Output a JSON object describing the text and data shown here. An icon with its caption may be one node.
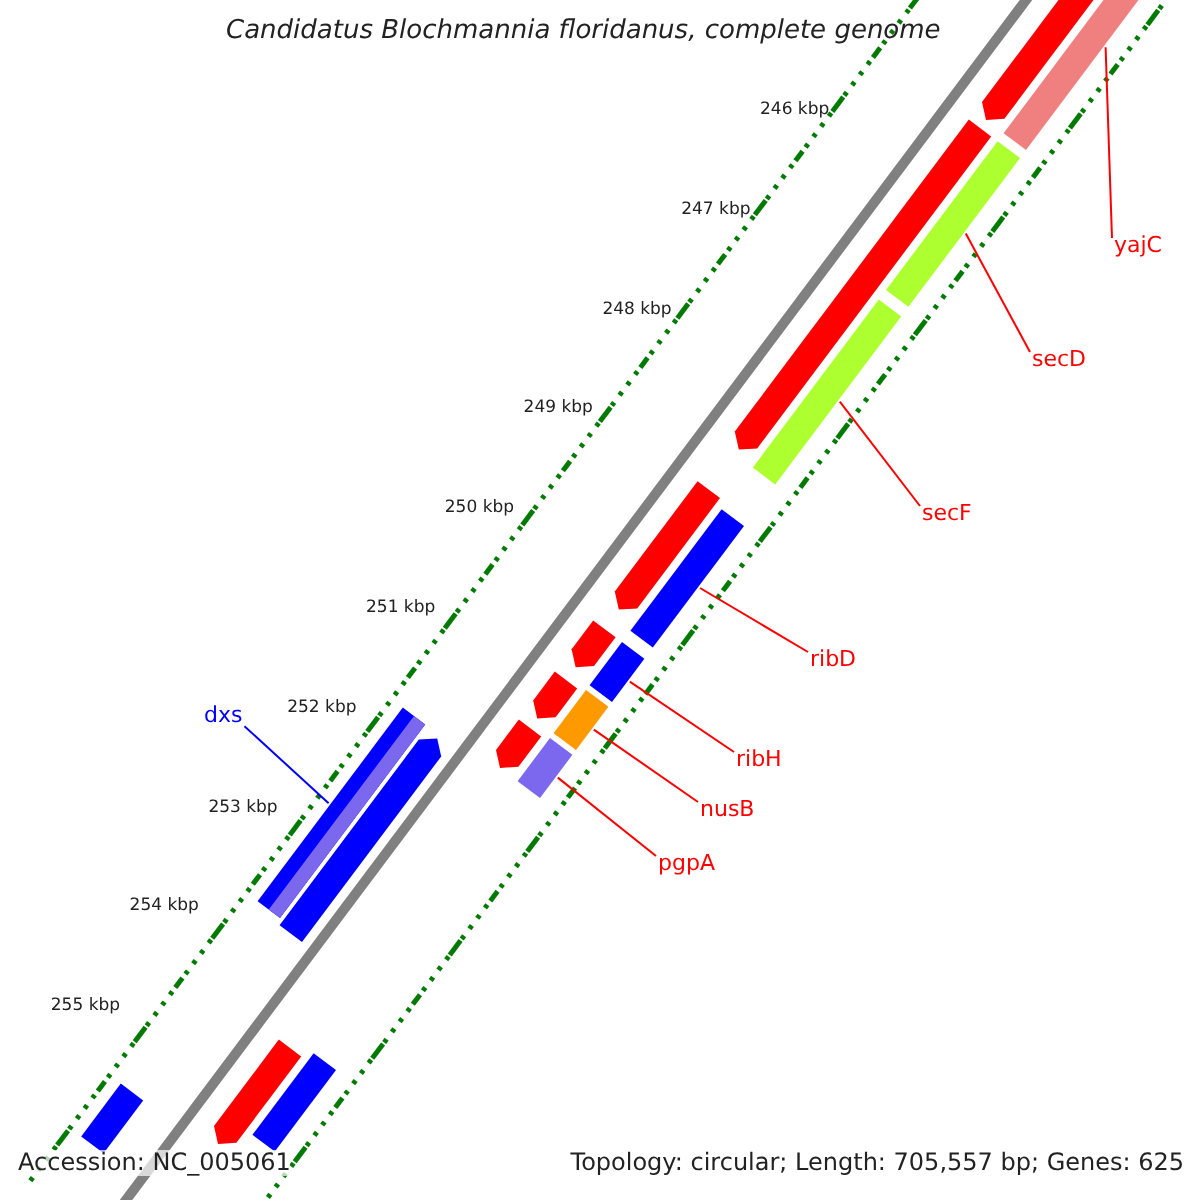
{
  "diagram": {
    "title": "Candidatus Blochmannia floridanus, complete genome",
    "nodes": [
      {
        "text": [
          "yajC"
        ]
      },
      {
        "text": [
          "secD"
        ]
      },
      {
        "text": [
          "secF"
        ]
      },
      {
        "text": [
          "ribD"
        ]
      },
      {
        "text": [
          "dxs"
        ]
      },
      {
        "text": [
          "ribH"
        ]
      },
      {
        "text": [
          "nusB"
        ]
      },
      {
        "text": [
          "pgpA"
        ]
      },
      {
        "text": [],
        "shape": "bar"
      },
      {
        "text": [],
        "shape": "bar"
      },
      {
        "text": [],
        "shape": "bar"
      },
      {
        "text": [],
        "shape": "bar"
      },
      {
        "text": [],
        "shape": "bar"
      },
      {
        "text": [],
        "shape": "bar"
      },
      {
        "text": [],
        "shape": "bar"
      },
      {
        "text": [],
        "shape": "bar"
      },
      {
        "text": [],
        "shape": "bar"
      },
      {
        "text": [],
        "shape": "bar"
      },
      {
        "text": [],
        "shape": "bar"
      },
      {
        "text": [],
        "shape": "bar"
      },
      {
        "text": [],
        "shape": "bar"
      },
      {
        "text": [],
        "shape": "bar"
      },
      {
        "text": [],
        "shape": "bar"
      },
      {
        "text": [],
        "shape": "bar"
      },
      {
        "text": [],
        "shape": "bar"
      },
      {
        "text": [],
        "shape": "bar"
      }
    ],
    "edges": [
      {
        "from": 0,
        "to": 8,
        "arrow": "none"
      },
      {
        "from": 1,
        "to": 9,
        "arrow": "none"
      },
      {
        "from": 2,
        "to": 10,
        "arrow": "none"
      },
      {
        "from": 3,
        "to": 11,
        "arrow": "none"
      },
      {
        "from": 4,
        "to": 12,
        "arrow": "none",
        "color": "#0000ff"
      },
      {
        "from": 5,
        "to": 13,
        "arrow": "none"
      },
      {
        "from": 6,
        "to": 14,
        "arrow": "none"
      },
      {
        "from": 7,
        "to": 15,
        "arrow": "none"
      }
    ],
    "labels": [
      "246 kbp",
      "247 kbp",
      "248 kbp",
      "249 kbp",
      "250 kbp",
      "251 kbp",
      "252 kbp",
      "253 kbp",
      "254 kbp",
      "255 kbp",
      "Accession: NC_005061",
      "Topology: circular; Length: 705,557 bp; Genes: 625"
    ]
  }
}
